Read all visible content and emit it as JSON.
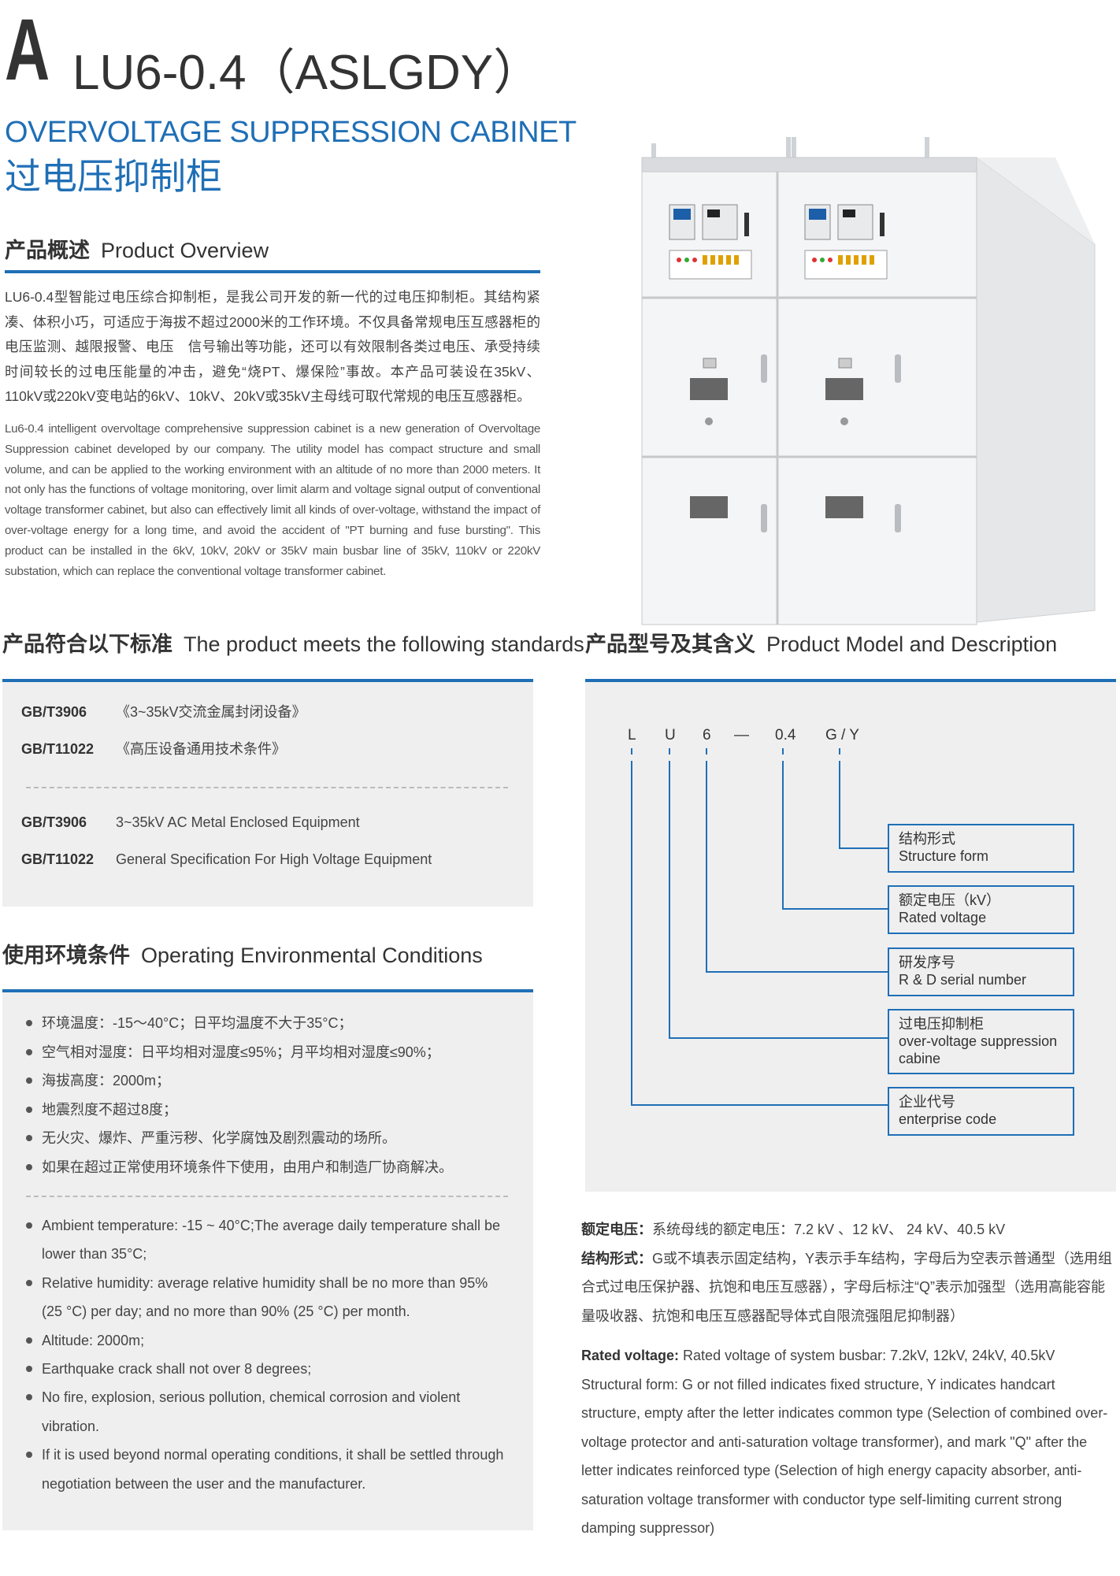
{
  "header": {
    "letter": "A",
    "model": "LU6-0.4（ASLGDY）",
    "title_en": "OVERVOLTAGE SUPPRESSION CABINET",
    "title_cn": "过电压抑制柜"
  },
  "overview": {
    "title_cn": "产品概述",
    "title_en": "Product Overview",
    "text_cn": "LU6-0.4型智能过电压综合抑制柜，是我公司开发的新一代的过电压抑制柜。其结构紧凑、体积小巧，可适应于海拔不超过2000米的工作环境。不仅具备常规电压互感器柜的电压监测、越限报警、电压　信号输出等功能，还可以有效限制各类过电压、承受持续时间较长的过电压能量的冲击，避免“烧PT、爆保险”事故。本产品可装设在35kV、110kV或220kV变电站的6kV、10kV、20kV或35kV主母线可取代常规的电压互感器柜。",
    "text_en": "Lu6-0.4  intelligent overvoltage comprehensive suppression cabinet is a new generation of Overvoltage Suppression cabinet developed by our company. The utility model has compact structure and small volume, and can be applied to the working environment with an altitude of no more than 2000 meters. It not only has the functions of voltage monitoring, over limit alarm and voltage signal output of conventional voltage transformer cabinet, but also can effectively limit all kinds of over-voltage, withstand the impact of over-voltage energy for a long time, and avoid the accident of \"PT burning and fuse bursting\". This product can be installed in the 6kV, 10kV, 20kV or 35kV main busbar line of 35kV, 110kV or 220kV substation, which can replace the conventional voltage transformer cabinet."
  },
  "product_image": {
    "icon": "switchgear-cabinet-image"
  },
  "standards": {
    "title_cn": "产品符合以下标准",
    "title_en": "The product meets the following standards",
    "items_cn": [
      {
        "code": "GB/T3906",
        "name": "《3~35kV交流金属封闭设备》"
      },
      {
        "code": "GB/T11022",
        "name": "《高压设备通用技术条件》"
      }
    ],
    "items_en": [
      {
        "code": "GB/T3906",
        "name": "3~35kV AC Metal Enclosed Equipment"
      },
      {
        "code": "GB/T11022",
        "name": "General Specification For High Voltage Equipment"
      }
    ]
  },
  "conditions": {
    "title_cn": "使用环境条件",
    "title_en": "Operating Environmental Conditions",
    "items_cn": [
      "环境温度：-15～40°C；日平均温度不大于35°C；",
      "空气相对湿度：日平均相对湿度≤95%；月平均相对湿度≤90%；",
      "海拔高度：2000m；",
      "地震烈度不超过8度；",
      "无火灾、爆炸、严重污秽、化学腐蚀及剧烈震动的场所。",
      "如果在超过正常使用环境条件下使用，由用户和制造厂协商解决。"
    ],
    "items_en": [
      "Ambient temperature: -15 ~ 40°C;The average daily temperature shall be lower than 35°C;",
      "Relative humidity: average relative humidity shall be no more than 95% (25 °C) per day; and no more than 90% (25 °C) per month.",
      "Altitude: 2000m;",
      "Earthquake crack shall not over 8 degrees;",
      "No fire, explosion, serious pollution, chemical corrosion and violent vibration.",
      "If it is used beyond normal operating conditions, it shall be settled through negotiation between the user and the manufacturer."
    ]
  },
  "model_desc": {
    "title_cn": "产品型号及其含义",
    "title_en": "Product Model and Description",
    "letters": [
      "L",
      "U",
      "6",
      "—",
      "0.4",
      "G / Y"
    ],
    "boxes": [
      {
        "cn": "结构形式",
        "en": "Structure form"
      },
      {
        "cn": "额定电压（kV）",
        "en": "Rated voltage"
      },
      {
        "cn": "研发序号",
        "en": "R & D serial number"
      },
      {
        "cn": "过电压抑制柜",
        "en": "over-voltage suppression cabine"
      },
      {
        "cn": "企业代号",
        "en": "enterprise code"
      }
    ],
    "line_color": "#1f6fb6"
  },
  "notes": {
    "rated_label_cn": "额定电压：",
    "rated_text_cn": "系统母线的额定电压：7.2 kV 、12 kV、 24 kV、40.5 kV",
    "struct_label_cn": "结构形式：",
    "struct_text_cn": "G或不填表示固定结构，Y表示手车结构，字母后为空表示普通型（选用组合式过电压保护器、抗饱和电压互感器），字母后标注“Q”表示加强型（选用高能容能量吸收器、抗饱和电压互感器配导体式自限流强阻尼抑制器）",
    "rated_label_en": "Rated voltage:",
    "rated_text_en": "Rated voltage of system busbar: 7.2kV, 12kV, 24kV, 40.5kV",
    "struct_text_en": "Structural form: G or not filled indicates fixed structure, Y indicates handcart structure, empty after the letter indicates common type (Selection of combined over-voltage protector and anti-saturation voltage transformer), and mark \"Q\" after the letter indicates reinforced type (Selection of high energy capacity absorber, anti-saturation voltage transformer with conductor type self-limiting current strong damping suppressor)"
  },
  "colors": {
    "accent": "#1f6fb6",
    "panel_gray": "#efeff0"
  }
}
